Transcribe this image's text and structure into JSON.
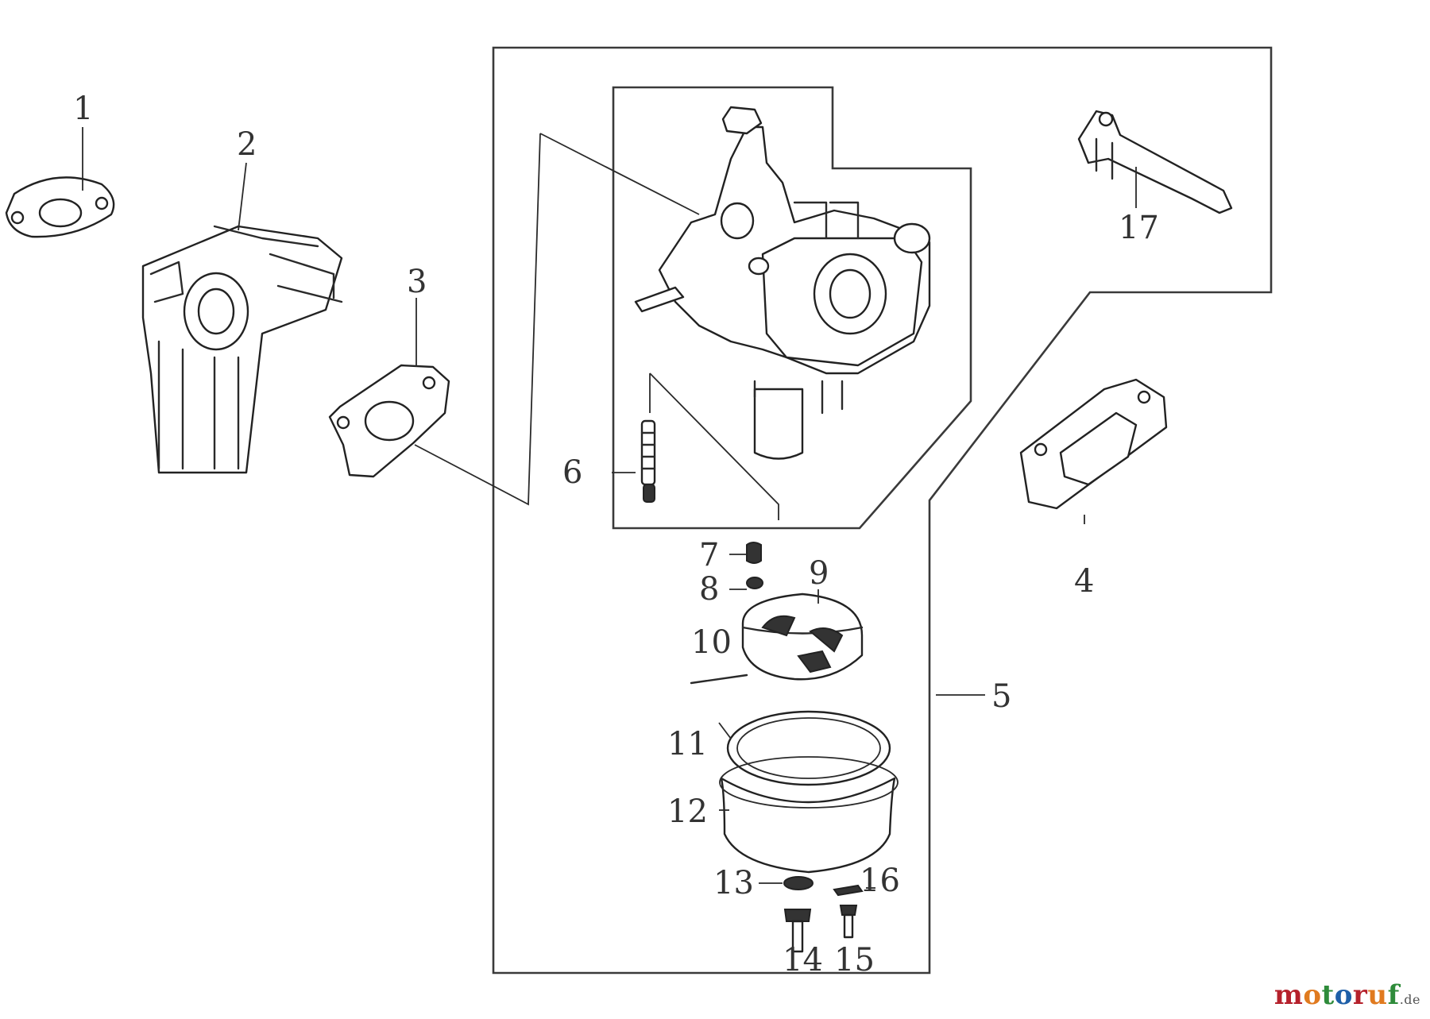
{
  "callouts": {
    "c1": "1",
    "c2": "2",
    "c3": "3",
    "c4": "4",
    "c5": "5",
    "c6": "6",
    "c7": "7",
    "c8": "8",
    "c9": "9",
    "c10": "10",
    "c11": "11",
    "c12": "12",
    "c13": "13",
    "c14": "14",
    "c15": "15",
    "c16": "16",
    "c17": "17"
  },
  "watermark": {
    "letters": [
      "m",
      "o",
      "t",
      "o",
      "r",
      "u",
      "f"
    ],
    "letter_colors": [
      "#b5212c",
      "#e07a1f",
      "#2e8b3a",
      "#1e5fa8",
      "#b5212c",
      "#e07a1f",
      "#2e8b3a"
    ],
    "suffix": ".de"
  }
}
